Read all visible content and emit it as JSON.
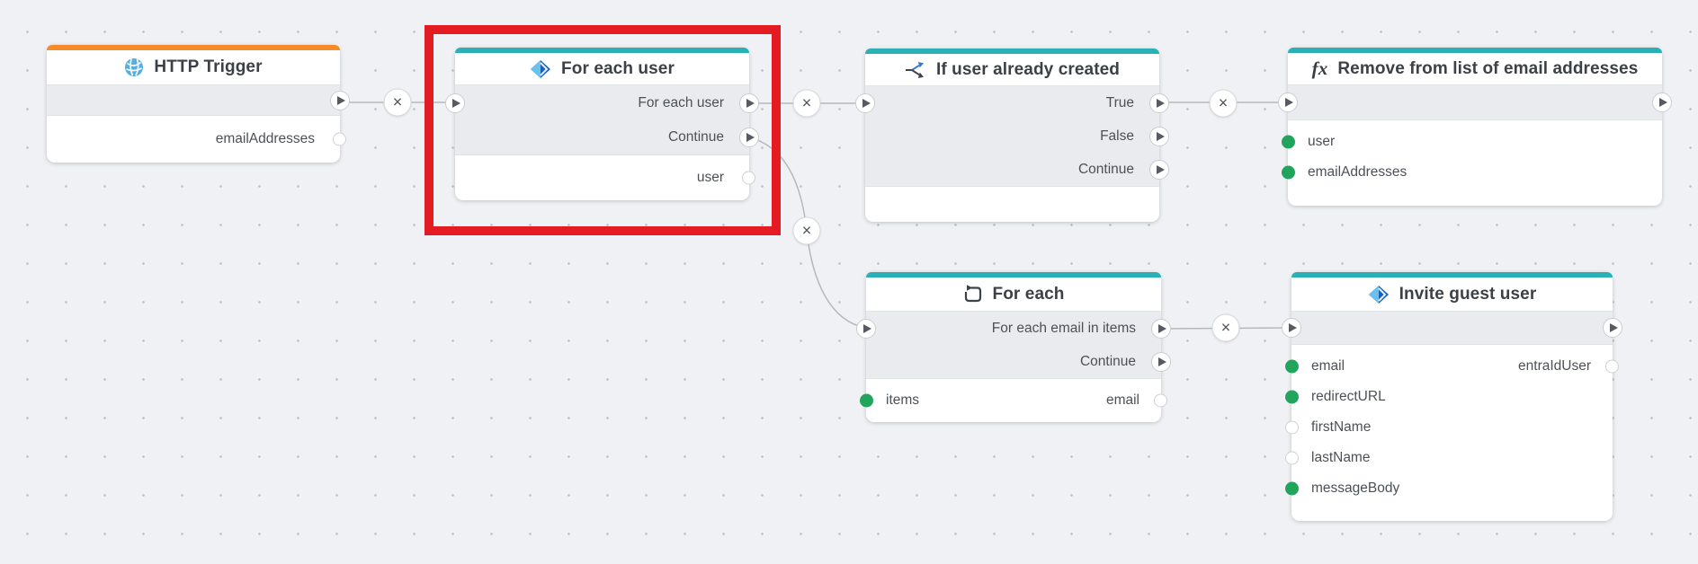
{
  "colors": {
    "background": "#f0f1f4",
    "accent_teal": "#2ab0b5",
    "accent_orange": "#f68b2e",
    "port_filled_green": "#21a45c",
    "highlight_red": "#e31b23"
  },
  "icons": {
    "x_glyph": "×",
    "fx_glyph": "fx"
  },
  "nodes": {
    "http_trigger": {
      "title": "HTTP Trigger",
      "output_port": {
        "label": "emailAddresses",
        "filled": false
      }
    },
    "for_each_user": {
      "title": "For each user",
      "exec_outputs": [
        "For each user",
        "Continue"
      ],
      "output_port": {
        "label": "user",
        "filled": false
      }
    },
    "if_user_already_created": {
      "title": "If user already created",
      "exec_outputs": [
        "True",
        "False",
        "Continue"
      ]
    },
    "remove_from_list_of_email_addresses": {
      "title": "Remove from list of email addresses",
      "input_ports": [
        {
          "label": "user",
          "filled": true
        },
        {
          "label": "emailAddresses",
          "filled": true
        }
      ]
    },
    "for_each": {
      "title": "For each",
      "exec_outputs": [
        "For each email in items",
        "Continue"
      ],
      "input_port": {
        "label": "items",
        "filled": true
      },
      "output_port": {
        "label": "email",
        "filled": false
      }
    },
    "invite_guest_user": {
      "title": "Invite guest user",
      "input_ports": [
        {
          "label": "email",
          "filled": true
        },
        {
          "label": "redirectURL",
          "filled": true
        },
        {
          "label": "firstName",
          "filled": false
        },
        {
          "label": "lastName",
          "filled": false
        },
        {
          "label": "messageBody",
          "filled": true
        }
      ],
      "output_port": {
        "label": "entraIdUser",
        "filled": false
      }
    }
  }
}
